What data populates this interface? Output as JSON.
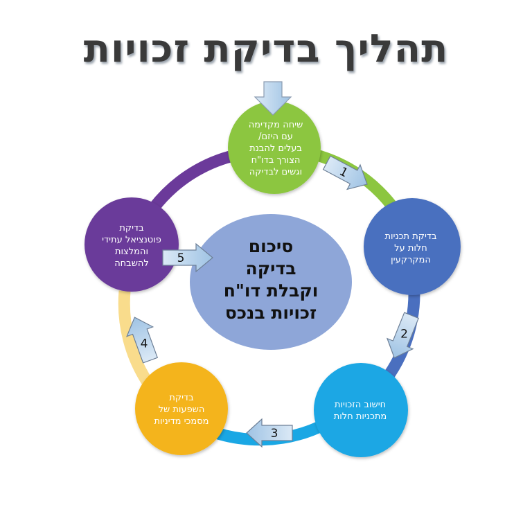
{
  "title": "תהליך בדיקת זכויות",
  "center": {
    "lines": [
      "סיכום",
      "בדיקה",
      "וקבלת דו\"ח",
      "זכויות בנכס"
    ],
    "color": "#8ea6d8"
  },
  "steps": [
    {
      "id": "pre-talk",
      "color": "#8cc640",
      "lines": [
        "שיחה מקדימה",
        "עם היזם/",
        "בעלים להבנת",
        "הצורך בדו\"ח",
        "וגשים לבדיקה"
      ]
    },
    {
      "id": "plans-check",
      "color": "#4a6fbf",
      "lines": [
        "בדיקת תכניות",
        "חלות על",
        "המקרקעין"
      ]
    },
    {
      "id": "rights-calc",
      "color": "#1aa7e4",
      "lines": [
        "חישוב הזכויות",
        "מתכניות חלות"
      ]
    },
    {
      "id": "policy-check",
      "color": "#f4b41a",
      "lines": [
        "בדיקת",
        "השפעות של",
        "מסמכי מדיניות"
      ]
    },
    {
      "id": "future-potential",
      "color": "#6b3a9a",
      "lines": [
        "בדיקת",
        "פוטנציאל עתידי",
        "והמלצות",
        "להשבחה"
      ]
    }
  ],
  "arrows": [
    {
      "label": "1"
    },
    {
      "label": "2"
    },
    {
      "label": "3"
    },
    {
      "label": "4"
    },
    {
      "label": "5"
    }
  ],
  "ring_colors": [
    "#8cc640",
    "#4a6fbf",
    "#1aa7e4",
    "#f9dc8c",
    "#6b3a9a"
  ]
}
